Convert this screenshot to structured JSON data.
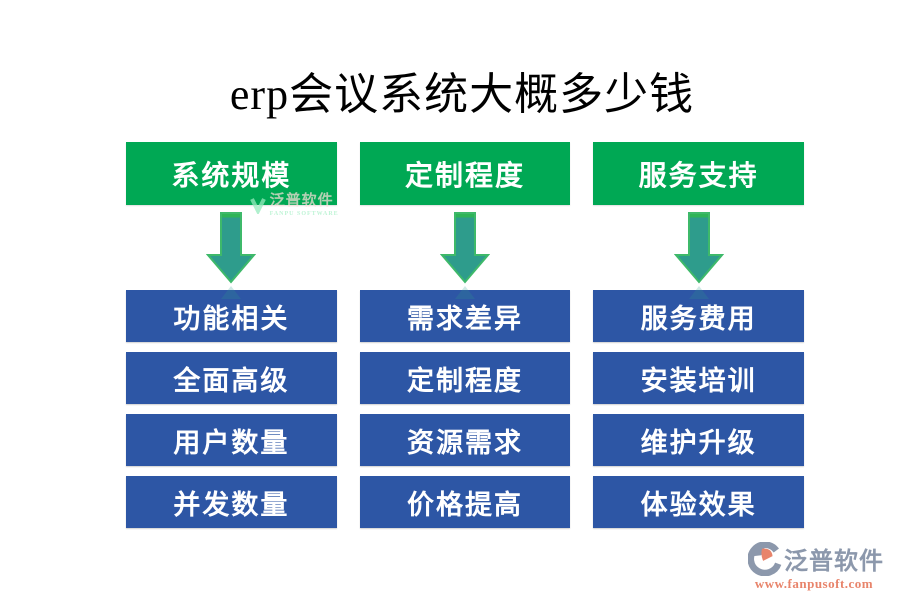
{
  "title": "erp会议系统大概多少钱",
  "columns": [
    {
      "header": "系统规模",
      "items": [
        "功能相关",
        "全面高级",
        "用户数量",
        "并发数量"
      ]
    },
    {
      "header": "定制程度",
      "items": [
        "需求差异",
        "定制程度",
        "资源需求",
        "价格提高"
      ]
    },
    {
      "header": "服务支持",
      "items": [
        "服务费用",
        "安装培训",
        "维护升级",
        "体验效果"
      ]
    }
  ],
  "watermark": {
    "name": "泛普软件",
    "subname": "FANPU SOFTWARE"
  },
  "brand": {
    "name": "泛普软件",
    "url": "www.fanpusoft.com"
  },
  "colors": {
    "header_bg": "#00a854",
    "item_bg": "#2d56a5",
    "arrow_fill": "#2e9c8c",
    "arrow_border": "#3eb96a",
    "brand_text": "#8c98ac",
    "brand_url": "#e8846b",
    "title_text": "#000000"
  }
}
